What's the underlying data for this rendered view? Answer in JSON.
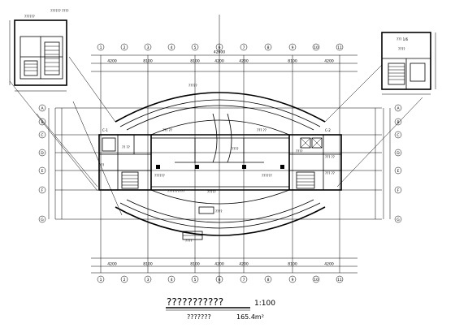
{
  "drawing": {
    "title": "???????????",
    "scale": "1:100",
    "area_label": "???????",
    "area_value": "165.4m²"
  },
  "inset_left": {
    "title": "??????",
    "subtitle": "?????? ????"
  },
  "inset_right": {
    "title": "??? 1/6",
    "room": "????"
  },
  "room_labels": [
    "C-1",
    "C-2",
    "?? ??",
    "??",
    "??? ??",
    "??? ??",
    "?????",
    "?????",
    "??????",
    "??????",
    "????",
    "????",
    "??? ??",
    "??? ??",
    "????",
    "????",
    "??????????"
  ],
  "axis_numbers_top": [
    "1",
    "2",
    "3",
    "4",
    "5",
    "6",
    "7",
    "8",
    "9",
    "10",
    "11"
  ],
  "axis_numbers_bottom": [
    "1",
    "2",
    "3",
    "4",
    "5",
    "6",
    "7",
    "8",
    "9",
    "10",
    "11"
  ],
  "axis_letters_left": [
    "A",
    "B",
    "C",
    "D",
    "E",
    "F",
    "G"
  ],
  "axis_letters_right": [
    "A",
    "B",
    "C",
    "D",
    "E",
    "F",
    "G"
  ],
  "dims_top": [
    "4200",
    "8100",
    "8100",
    "4200",
    "4200",
    "8100",
    "4200"
  ],
  "dims_bottom": [
    "4200",
    "8100",
    "8100",
    "4200",
    "4200",
    "8100",
    "4200"
  ],
  "overall_dim": "42600"
}
